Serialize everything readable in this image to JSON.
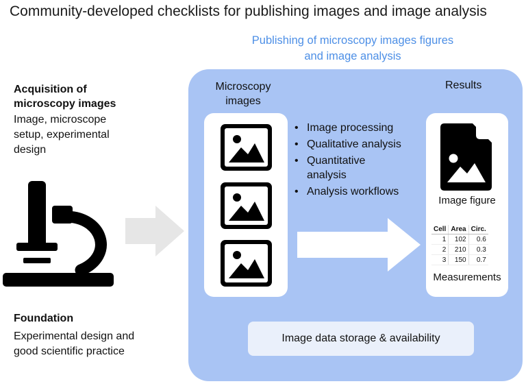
{
  "title": "Community-developed checklists for publishing images and image analysis",
  "subtitle": {
    "line1": "Publishing of microscopy images figures",
    "line2": "and image analysis"
  },
  "acquisition": {
    "heading_line1": "Acquisition of",
    "heading_line2": "microscopy images",
    "desc_line1": "Image, microscope",
    "desc_line2": "setup, experimental",
    "desc_line3": "design"
  },
  "foundation": {
    "heading": "Foundation",
    "desc_line1": "Experimental design and",
    "desc_line2": "good scientific practice"
  },
  "microscopy_label": {
    "line1": "Microscopy",
    "line2": "images"
  },
  "results_label": "Results",
  "bullets": [
    "Image processing",
    "Qualitative analysis",
    "Quantitative analysis",
    "Analysis workflows"
  ],
  "image_figure_label": "Image figure",
  "measurements_label": "Measurements",
  "table": {
    "headers": [
      "Cell",
      "Area",
      "Circ."
    ],
    "rows": [
      [
        "1",
        "102",
        "0.6"
      ],
      [
        "2",
        "210",
        "0.3"
      ],
      [
        "3",
        "150",
        "0.7"
      ]
    ]
  },
  "storage_label": "Image data storage & availability",
  "icons": {
    "microscope": "microscope-icon",
    "image": "image-icon",
    "document_image": "document-image-icon",
    "arrow": "arrow-right-icon"
  },
  "colors": {
    "subtitle": "#4d8fe6",
    "panel": "#a9c4f4",
    "storage_box": "#eaf0fb",
    "arrow_left": "#e6e6e6",
    "icon": "#000000"
  }
}
